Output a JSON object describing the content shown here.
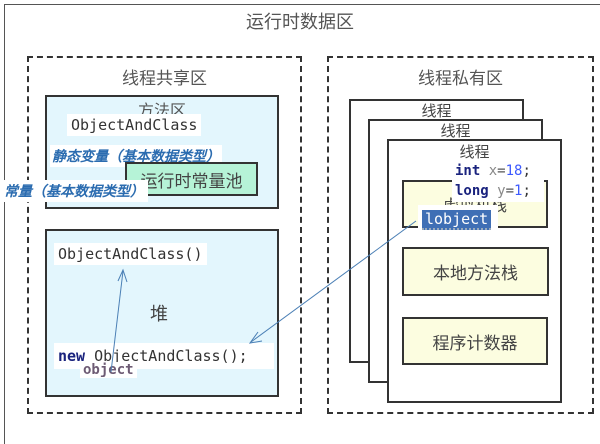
{
  "diagram": {
    "title": "运行时数据区",
    "shared_area": {
      "label": "线程共享区",
      "method_area": {
        "label": "方法区",
        "class_name": "ObjectAndClass",
        "static_vars": "静态变量（基本数据类型）",
        "constants": "常量（基本数据类型）",
        "runtime_constant_pool": "运行时常量池"
      },
      "heap": {
        "label": "堆",
        "constructor": "ObjectAndClass()",
        "new_keyword": "new",
        "new_expression": "ObjectAndClass();",
        "object_label": "object"
      }
    },
    "private_area": {
      "label": "线程私有区",
      "threads": [
        "线程",
        "线程",
        "线程"
      ],
      "vm_stack": {
        "label": "虚拟机栈",
        "code": [
          {
            "type": "int",
            "var": "x",
            "value": "18"
          },
          {
            "type": "long",
            "var": "y",
            "value": "1"
          }
        ],
        "reference": "lobject"
      },
      "native_method_stack": "本地方法栈",
      "program_counter": "程序计数器"
    },
    "colors": {
      "heap_fill": "#e3f6fd",
      "pool_fill": "#b6f3d7",
      "stack_fill": "#fcfde0",
      "keyword": "#1a237e",
      "number": "#3d5afe",
      "arrow": "#4a7fb5",
      "selection": "#3f6fb5"
    }
  }
}
